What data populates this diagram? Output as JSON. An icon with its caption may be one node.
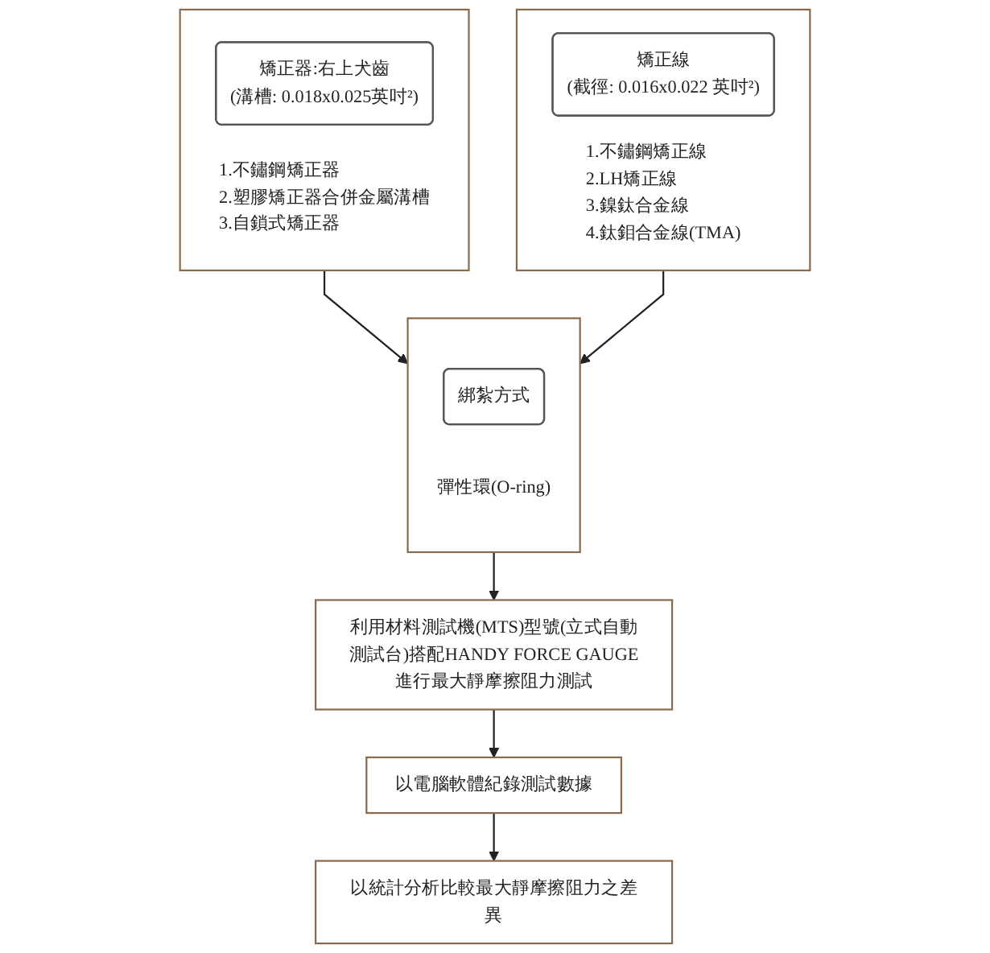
{
  "diagram": {
    "nodes": [
      {
        "text": [
          "1.不鏽鋼矯正器",
          "2.塑膠矯正器合併金屬溝槽",
          "3.自鎖式矯正器"
        ]
      },
      {
        "text": [
          "矯正器:右上犬齒",
          "(溝槽: 0.018x0.025英吋²)"
        ],
        "in": 0
      },
      {
        "text": [
          "1.不鏽鋼矯正線",
          "2.LH矯正線",
          "3.鎳鈦合金線",
          "4.鈦鉬合金線(TMA)"
        ]
      },
      {
        "text": [
          "矯正線",
          "(截徑: 0.016x0.022 英吋²)"
        ],
        "in": 2
      },
      {
        "text": [
          "彈性環(O-ring)"
        ]
      },
      {
        "text": [
          "綁紮方式"
        ],
        "in": 4
      },
      {
        "text": [
          "利用材料測試機(MTS)型號(立式自動測試台)搭配HANDY FORCE GAUGE進行最大靜摩擦阻力測試"
        ]
      },
      {
        "text": [
          "以電腦軟體紀錄測試數據"
        ]
      },
      {
        "text": [
          "以統計分析比較最大靜摩擦阻力之差異"
        ]
      }
    ],
    "edges": [
      {
        "from": 0,
        "to": 4,
        "arrow": "to"
      },
      {
        "from": 2,
        "to": 4,
        "arrow": "to"
      },
      {
        "from": 4,
        "to": 6,
        "arrow": "to"
      },
      {
        "from": 6,
        "to": 7,
        "arrow": "to"
      },
      {
        "from": 7,
        "to": 8,
        "arrow": "to"
      }
    ]
  }
}
